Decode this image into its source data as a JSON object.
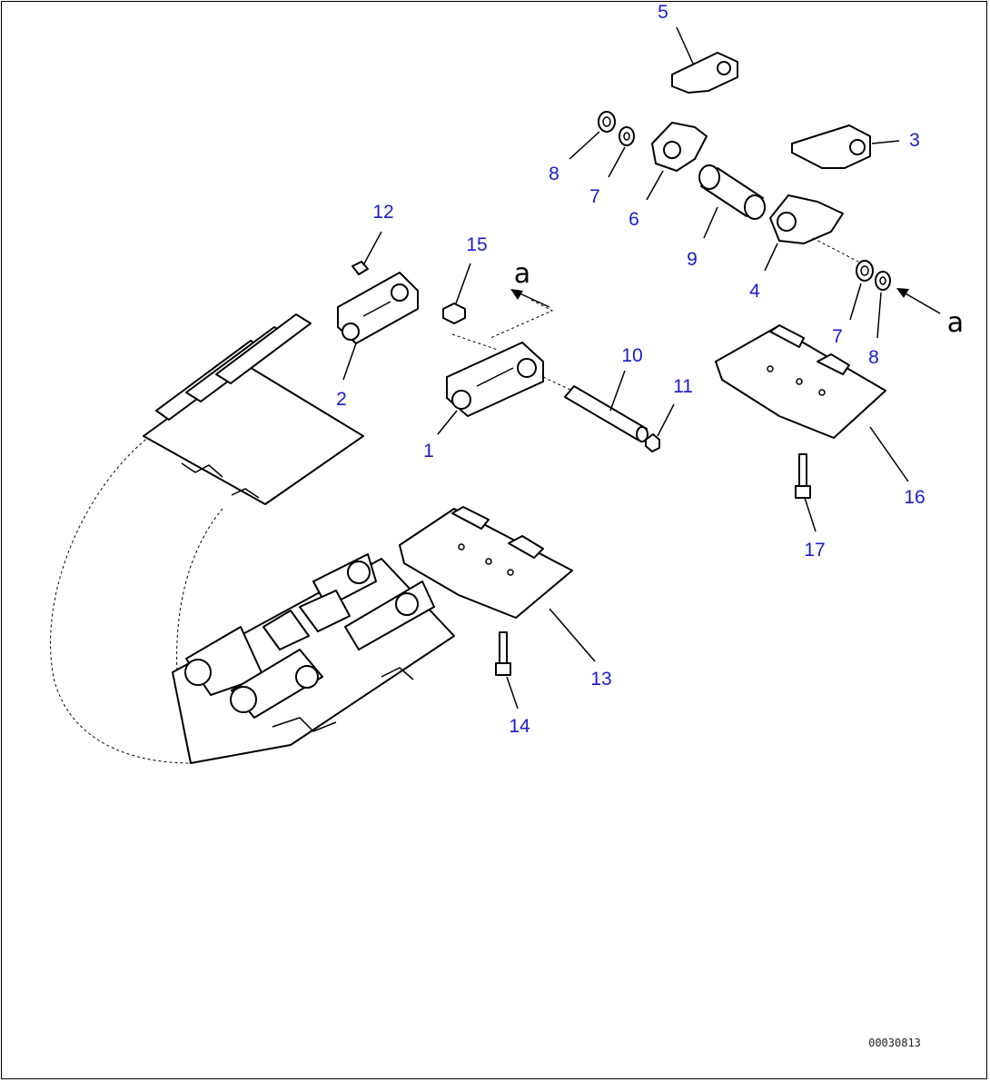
{
  "diagram": {
    "drawing_code": "00030813",
    "view_label": "a",
    "callouts": {
      "c1": "1",
      "c2": "2",
      "c3": "3",
      "c4": "4",
      "c5": "5",
      "c6": "6",
      "c7a": "7",
      "c7b": "7",
      "c8a": "8",
      "c8b": "8",
      "c9": "9",
      "c10": "10",
      "c11": "11",
      "c12": "12",
      "c13": "13",
      "c14": "14",
      "c15": "15",
      "c16": "16",
      "c17": "17"
    }
  }
}
